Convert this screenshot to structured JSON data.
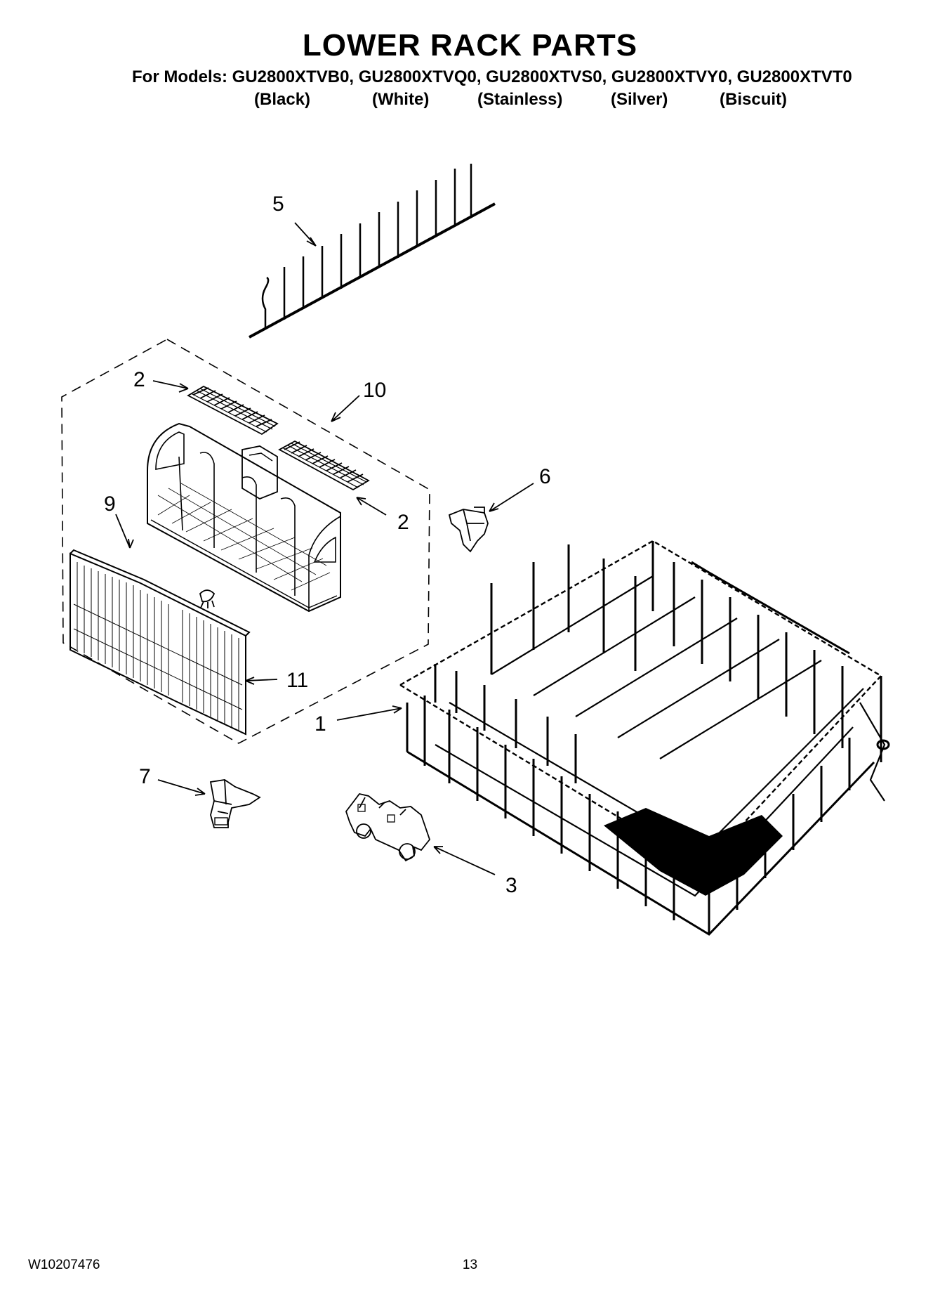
{
  "title": "LOWER RACK PARTS",
  "models_line": "For Models: GU2800XTVB0, GU2800XTVQ0, GU2800XTVS0, GU2800XTVY0, GU2800XTVT0",
  "colors": [
    "(Black)",
    "(White)",
    "(Stainless)",
    "(Silver)",
    "(Biscuit)"
  ],
  "callouts": {
    "c5": "5",
    "c2a": "2",
    "c10": "10",
    "c2b": "2",
    "c6": "6",
    "c9": "9",
    "c11": "11",
    "c1": "1",
    "c7": "7",
    "c3": "3"
  },
  "footer": {
    "doc_number": "W10207476",
    "page_number": "13"
  }
}
